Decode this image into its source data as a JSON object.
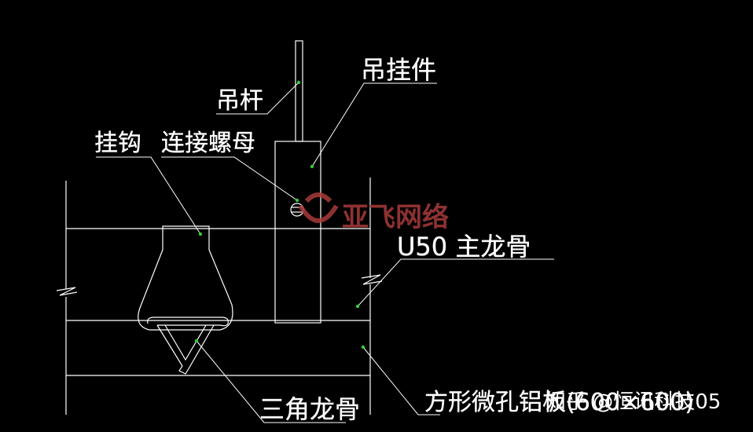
{
  "labels": {
    "hanger_rod": "吊杆",
    "suspension_piece": "吊挂件",
    "hook": "挂钩",
    "connecting_nut": "连接螺母",
    "main_keel": "U50 主龙骨",
    "triangle_keel": "三角龙骨",
    "panel": "方形微孔铝板(600×600)"
  },
  "watermarks": {
    "center": "亚飞网络",
    "corner": "知乎 @恒讯科技05"
  },
  "colors": {
    "background": "#000000",
    "lines": "#ffffff",
    "leader_dots": "#33cc33",
    "watermark": "#a83a3a"
  }
}
